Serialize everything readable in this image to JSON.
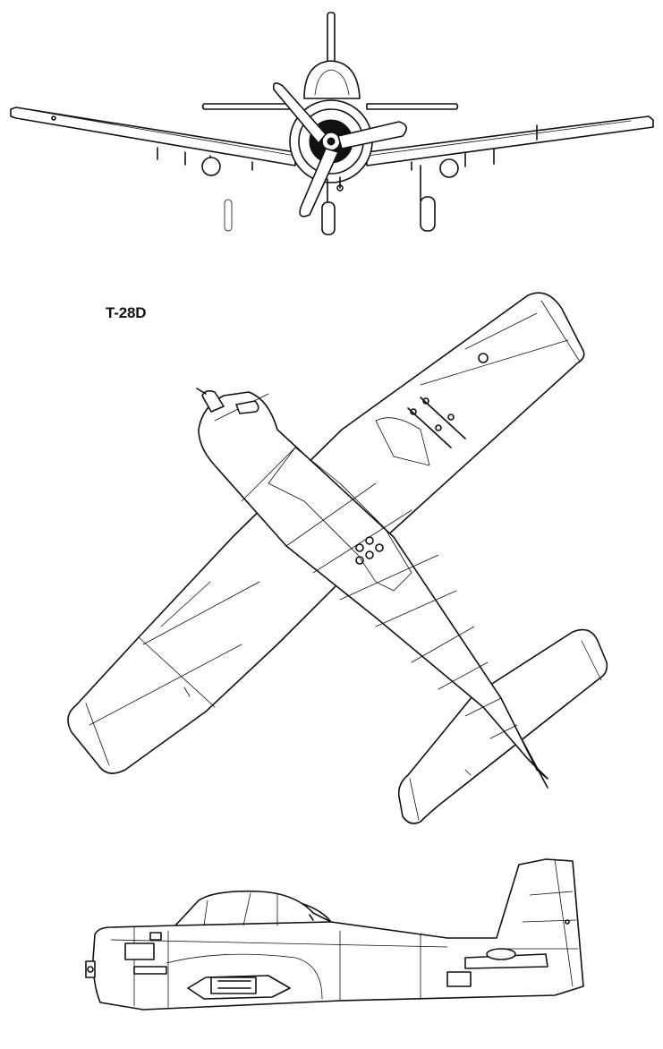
{
  "drawing": {
    "model_label": "T-28D",
    "views": [
      "front-view",
      "top-view",
      "side-view"
    ],
    "line_color": "#111111",
    "background": "#ffffff"
  }
}
